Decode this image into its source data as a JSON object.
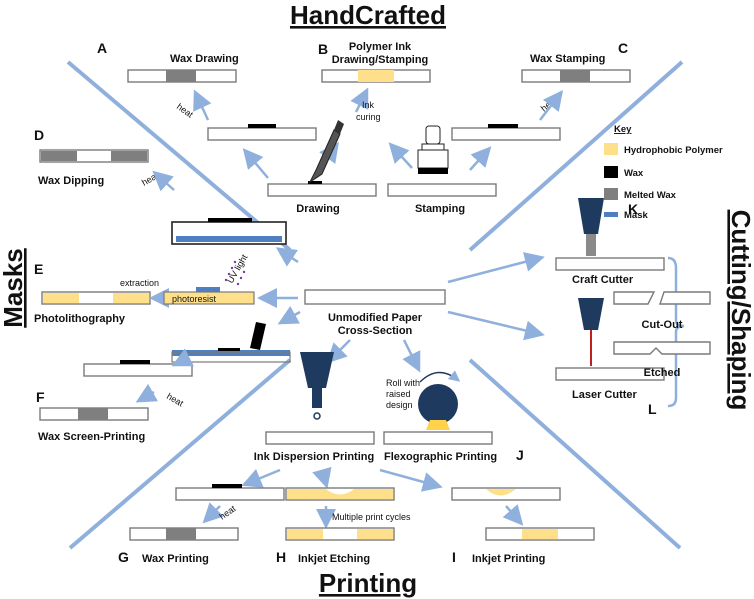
{
  "headings": {
    "top": "HandCrafted",
    "left": "Masks",
    "right": "Cutting/Shaping",
    "bottom": "Printing"
  },
  "center": {
    "line1": "Unmodified Paper",
    "line2": "Cross-Section"
  },
  "sections": {
    "A": {
      "letter": "A",
      "title": "Wax Drawing"
    },
    "B": {
      "letter": "B",
      "title_line1": "Polymer Ink",
      "title_line2": "Drawing/Stamping"
    },
    "C": {
      "letter": "C",
      "title": "Wax Stamping"
    },
    "D": {
      "letter": "D",
      "title": "Wax Dipping"
    },
    "E": {
      "letter": "E",
      "title": "Photolithography"
    },
    "F": {
      "letter": "F",
      "title": "Wax Screen-Printing"
    },
    "G": {
      "letter": "G",
      "title": "Wax Printing"
    },
    "H": {
      "letter": "H",
      "title": "Inkjet Etching"
    },
    "I": {
      "letter": "I",
      "title": "Inkjet Printing"
    },
    "J": {
      "letter": "J",
      "title": "Flexographic Printing"
    },
    "K": {
      "letter": "K",
      "title": "Craft Cutter"
    },
    "L": {
      "letter": "L",
      "title": "Laser Cutter"
    }
  },
  "annotations": {
    "heat": "heat",
    "ink": "Ink",
    "curing": "curing",
    "drawing": "Drawing",
    "stamping": "Stamping",
    "extraction": "extraction",
    "uv_light": "UV light",
    "photoresist": "photoresist",
    "ink_dispersion": "Ink Dispersion Printing",
    "multiple_cycles": "Multiple print cycles",
    "roll_line1": "Roll with",
    "roll_line2": "raised",
    "roll_line3": "design",
    "cut_out": "Cut-Out",
    "etched": "Etched"
  },
  "legend": {
    "title": "Key",
    "items": [
      {
        "label": "Hydrophobic Polymer",
        "color": "#ffe08a"
      },
      {
        "label": "Wax",
        "color": "#000000"
      },
      {
        "label": "Melted Wax",
        "color": "#7f7f7f"
      },
      {
        "label": "Mask",
        "color": "#4f7fc0"
      }
    ]
  },
  "colors": {
    "arrow": "#8fb0dc",
    "outline": "#7a7a7a",
    "tool": "#1f3a5f"
  }
}
